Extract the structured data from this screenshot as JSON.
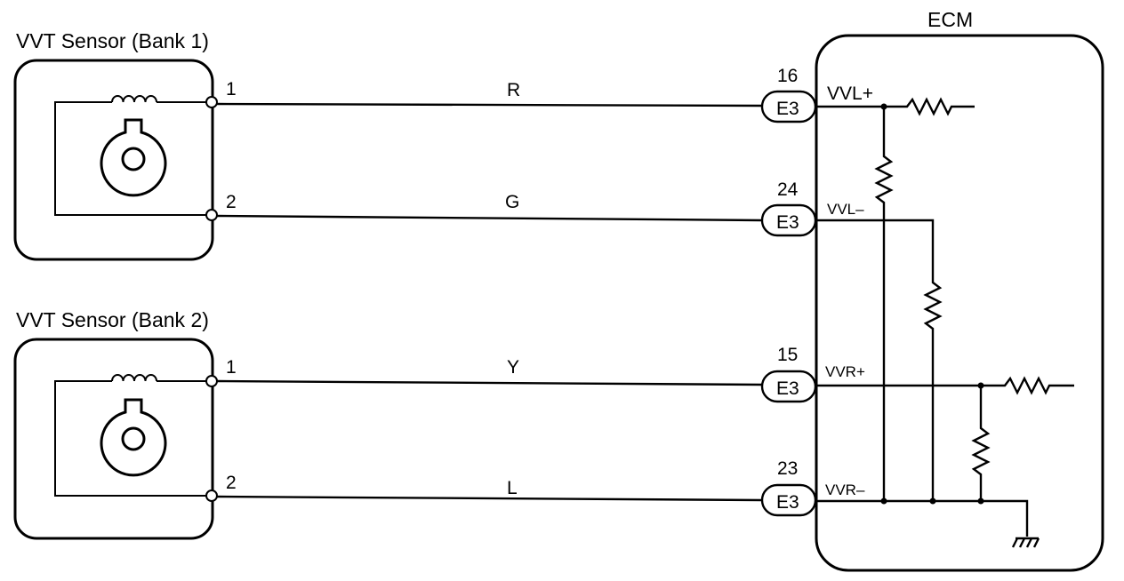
{
  "sensors": [
    {
      "title": "VVT Sensor (Bank 1)",
      "pins": [
        "1",
        "2"
      ]
    },
    {
      "title": "VVT Sensor (Bank 2)",
      "pins": [
        "1",
        "2"
      ]
    }
  ],
  "wires": [
    {
      "color_code": "R"
    },
    {
      "color_code": "G"
    },
    {
      "color_code": "Y"
    },
    {
      "color_code": "L"
    }
  ],
  "ecm": {
    "title": "ECM",
    "connectors": [
      {
        "pin": "16",
        "connector": "E3",
        "terminal": "VVL+"
      },
      {
        "pin": "24",
        "connector": "E3",
        "terminal": "VVL–"
      },
      {
        "pin": "15",
        "connector": "E3",
        "terminal": "VVR+"
      },
      {
        "pin": "23",
        "connector": "E3",
        "terminal": "VVR–"
      }
    ]
  },
  "icons": {
    "coil": "inductor-coil-icon",
    "rotor": "timing-rotor-icon",
    "ground": "ground-icon",
    "resistor": "resistor-icon"
  }
}
